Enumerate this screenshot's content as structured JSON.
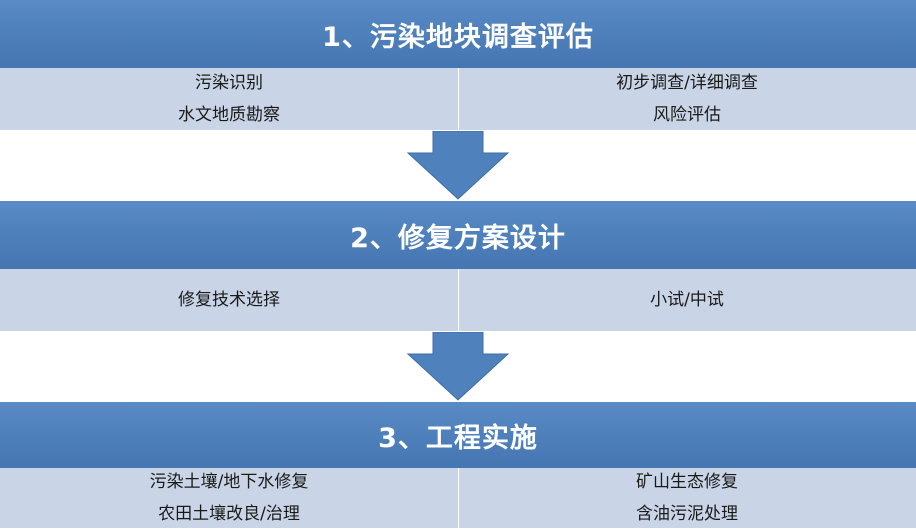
{
  "stages": [
    {
      "title": "1、污染地块调查评估",
      "left_items": [
        "污染识别",
        "水文地质勘察"
      ],
      "right_items": [
        "初步调查/详细调查",
        "风险评估"
      ]
    },
    {
      "title": "2、修复方案设计",
      "left_items": [
        "修复技术选择"
      ],
      "right_items": [
        "小试/中试"
      ]
    },
    {
      "title": "3、工程实施",
      "left_items": [
        "污染土壤/地下水修复",
        "农田土壤改良/治理"
      ],
      "right_items": [
        "矿山生态修复",
        "含油污泥处理"
      ]
    }
  ],
  "colors": {
    "band": "#4f81bd",
    "detail": "#c9d4e6",
    "arrow": "#4f81bd"
  }
}
